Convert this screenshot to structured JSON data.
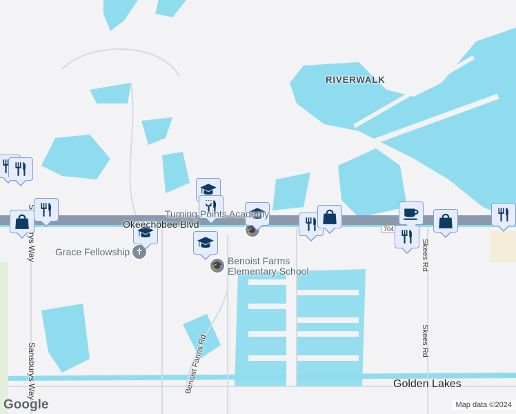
{
  "labels": {
    "riverwalk": "RIVERWALK",
    "turning_points": "Turning Points Academy",
    "okeechobee": "Okeechobee Blvd",
    "route_shield": "704",
    "grace": "Grace Fellowship",
    "benoist_school_1": "Benoist Farms",
    "benoist_school_2": "Elementary School",
    "sansburys_1": "Sansburys Way",
    "sansburys_2": "Sansburys Way",
    "benoist_rd": "Benoist Farms Rd",
    "skees_1": "Skees Rd",
    "skees_2": "Skees Rd",
    "golden_lakes": "Golden Lakes"
  },
  "footer": {
    "logo": "Google",
    "attribution": "Map data ©2024"
  },
  "colors": {
    "water": "#8fdcef",
    "land": "#f3f2f4",
    "highway": "#8a9aac",
    "marker_bg": "#e6ecfb",
    "marker_border": "#7a9fdc",
    "marker_icon": "#0f3a62"
  },
  "markers": [
    {
      "type": "restaurant-icon"
    },
    {
      "type": "restaurant-icon"
    },
    {
      "type": "shopping-bag-icon"
    },
    {
      "type": "restaurant-icon"
    },
    {
      "type": "school-icon"
    },
    {
      "type": "school-icon"
    },
    {
      "type": "restaurant-icon"
    },
    {
      "type": "school-icon"
    },
    {
      "type": "school-icon"
    },
    {
      "type": "restaurant-icon"
    },
    {
      "type": "shopping-bag-icon"
    },
    {
      "type": "cafe-icon"
    },
    {
      "type": "restaurant-icon"
    },
    {
      "type": "shopping-bag-icon"
    },
    {
      "type": "restaurant-icon"
    }
  ]
}
